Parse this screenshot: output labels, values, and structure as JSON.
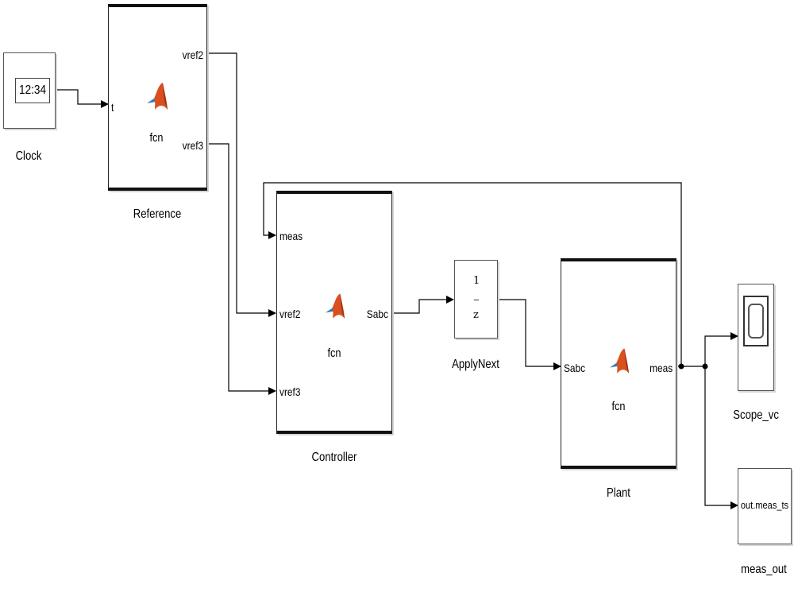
{
  "diagram": {
    "blocks": {
      "clock": {
        "name": "Clock",
        "display": "12:34"
      },
      "reference": {
        "name": "Reference",
        "function": "fcn",
        "inputs": [
          "t"
        ],
        "outputs": [
          "vref2",
          "vref3"
        ]
      },
      "controller": {
        "name": "Controller",
        "function": "fcn",
        "inputs": [
          "meas",
          "vref2",
          "vref3"
        ],
        "outputs": [
          "Sabc"
        ]
      },
      "apply_next": {
        "name": "ApplyNext",
        "numerator": "1",
        "denominator": "z"
      },
      "plant": {
        "name": "Plant",
        "function": "fcn",
        "inputs": [
          "Sabc"
        ],
        "outputs": [
          "meas"
        ]
      },
      "scope": {
        "name": "Scope_vc"
      },
      "meas_out": {
        "name": "meas_out",
        "variable": "out.meas_ts"
      }
    },
    "colors": {
      "logo_orange": "#d9501e",
      "logo_dark": "#a8341a",
      "logo_blue": "#2a7bbf",
      "wire": "#000000"
    },
    "icons": [
      "matlab-logo-icon",
      "scope-screen-icon"
    ]
  }
}
